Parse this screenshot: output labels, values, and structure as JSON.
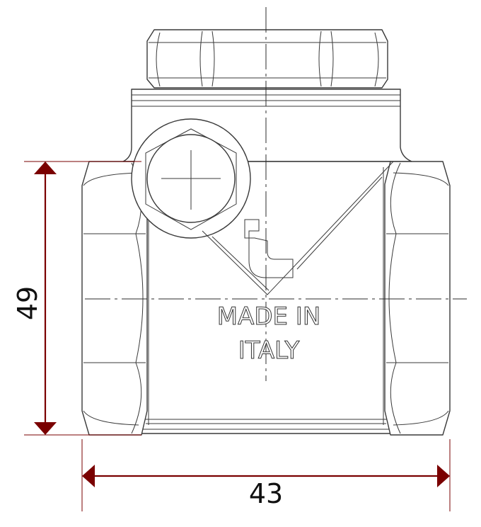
{
  "dimensions": {
    "height_label": "49",
    "width_label": "43"
  },
  "marking": {
    "line1": "MADE IN",
    "line2": "ITALY"
  },
  "colors": {
    "dimension": "#7a0000",
    "outline": "#3a3a3a"
  }
}
